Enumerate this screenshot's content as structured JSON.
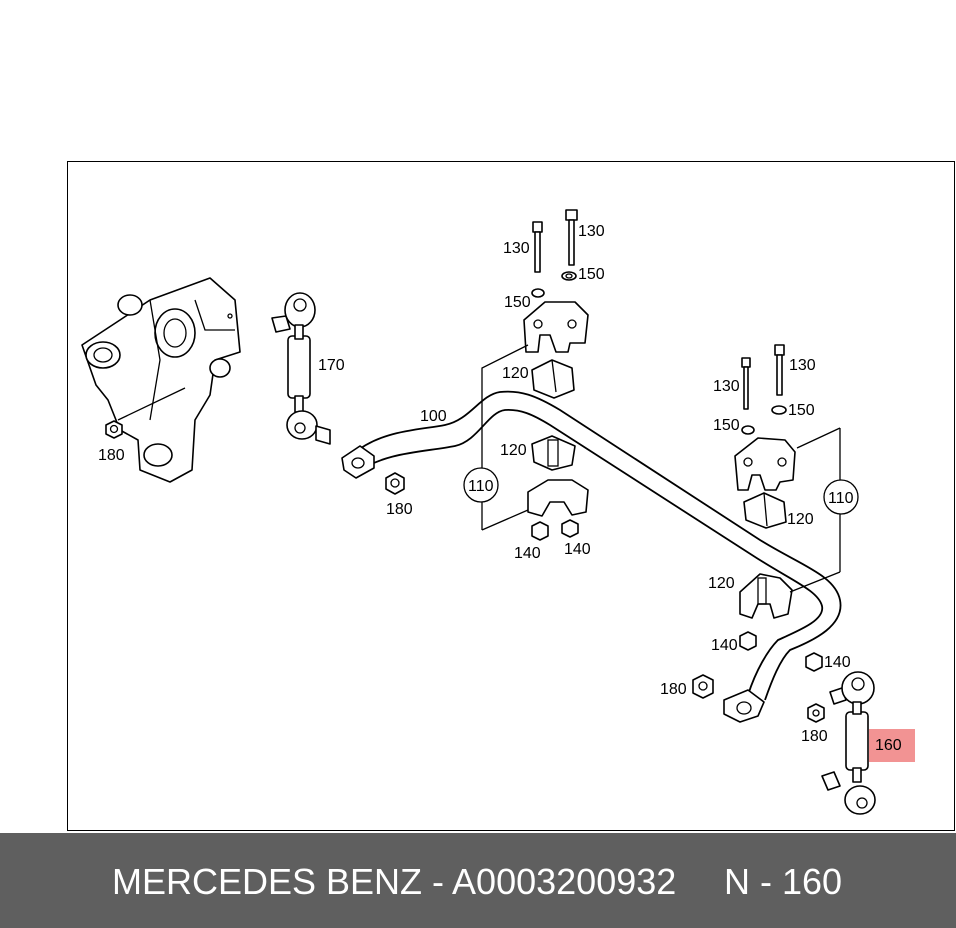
{
  "diagram": {
    "labels": {
      "l_130_a": "130",
      "l_130_b": "130",
      "l_150_a": "150",
      "l_150_b": "150",
      "l_120_a": "120",
      "l_120_b": "120",
      "l_110_a": "110",
      "l_140_a": "140",
      "l_140_b": "140",
      "l_100": "100",
      "l_170": "170",
      "l_180_a": "180",
      "l_180_b": "180",
      "l_130_c": "130",
      "l_130_d": "130",
      "l_150_c": "150",
      "l_150_d": "150",
      "l_110_b": "110",
      "l_120_c": "120",
      "l_120_d": "120",
      "l_140_c": "140",
      "l_140_d": "140",
      "l_180_c": "180",
      "l_180_d": "180",
      "l_160": "160"
    },
    "highlight_color": "#f08080"
  },
  "footer": {
    "brand_part": "MERCEDES BENZ - A0003200932",
    "ref": "N - 160"
  }
}
